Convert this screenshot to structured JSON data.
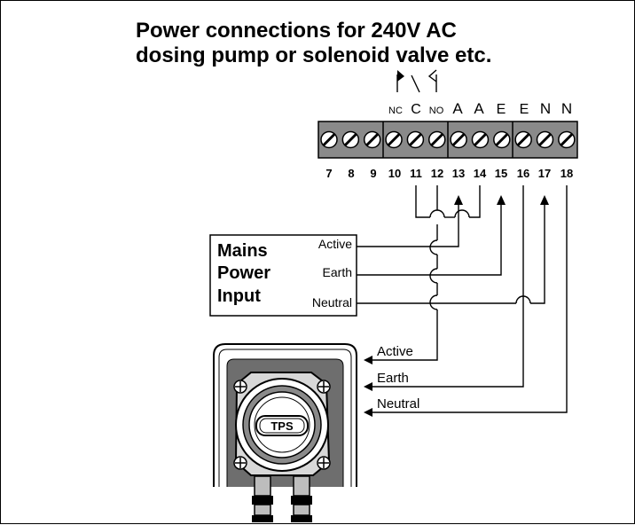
{
  "title": {
    "line1": "Power connections for 240V AC",
    "line2": "dosing pump or solenoid valve etc."
  },
  "terminal_block": {
    "relay_labels": [
      "NC",
      "C",
      "NO"
    ],
    "function_labels": [
      "A",
      "A",
      "E",
      "E",
      "N",
      "N"
    ],
    "numbers": [
      "7",
      "8",
      "9",
      "10",
      "11",
      "12",
      "13",
      "14",
      "15",
      "16",
      "17",
      "18"
    ],
    "colors": {
      "block": "#8a8a8a",
      "screw": "#ffffff",
      "ink": "#000000"
    }
  },
  "mains_box": {
    "heading_lines": [
      "Mains",
      "Power",
      "Input"
    ],
    "wires": [
      "Active",
      "Earth",
      "Neutral"
    ]
  },
  "pump": {
    "logo": "TPS",
    "wires": [
      "Active",
      "Earth",
      "Neutral"
    ]
  }
}
